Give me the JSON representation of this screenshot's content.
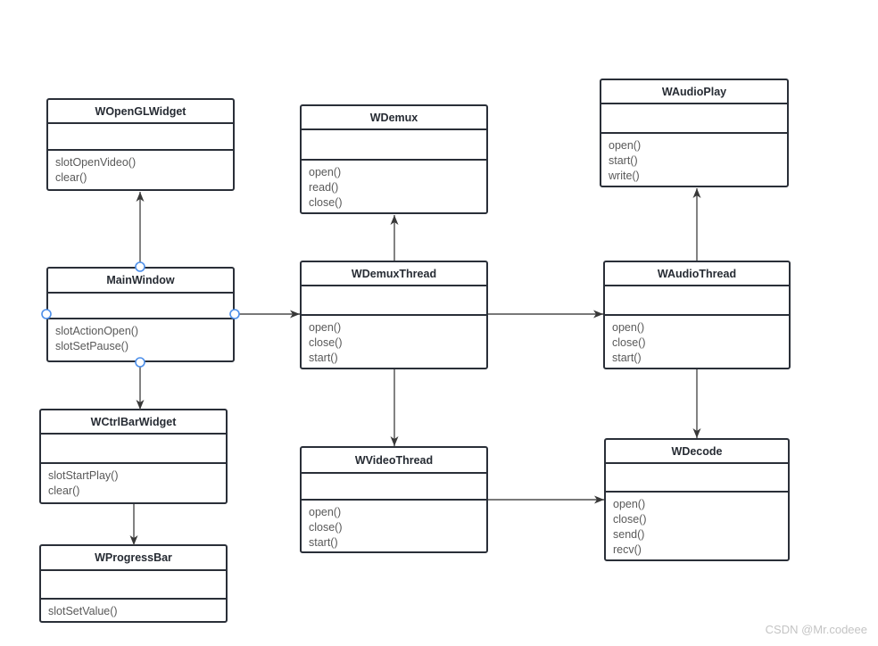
{
  "diagram": {
    "classes": [
      {
        "name": "WOpenGLWidget",
        "methods": [
          "slotOpenVideo()",
          "clear()"
        ]
      },
      {
        "name": "WDemux",
        "methods": [
          "open()",
          "read()",
          "close()"
        ]
      },
      {
        "name": "WAudioPlay",
        "methods": [
          "open()",
          "start()",
          "write()"
        ]
      },
      {
        "name": "MainWindow",
        "methods": [
          "slotActionOpen()",
          "slotSetPause()"
        ]
      },
      {
        "name": "WDemuxThread",
        "methods": [
          "open()",
          "close()",
          "start()"
        ]
      },
      {
        "name": "WAudioThread",
        "methods": [
          "open()",
          "close()",
          "start()"
        ]
      },
      {
        "name": "WCtrlBarWidget",
        "methods": [
          "slotStartPlay()",
          "clear()"
        ]
      },
      {
        "name": "WVideoThread",
        "methods": [
          "open()",
          "close()",
          "start()"
        ]
      },
      {
        "name": "WDecode",
        "methods": [
          "open()",
          "close()",
          "send()",
          "recv()"
        ]
      },
      {
        "name": "WProgressBar",
        "methods": [
          "slotSetValue()"
        ]
      }
    ],
    "relations": [
      {
        "from": "MainWindow",
        "to": "WOpenGLWidget"
      },
      {
        "from": "MainWindow",
        "to": "WDemuxThread"
      },
      {
        "from": "MainWindow",
        "to": "WCtrlBarWidget"
      },
      {
        "from": "WCtrlBarWidget",
        "to": "WProgressBar"
      },
      {
        "from": "WDemuxThread",
        "to": "WDemux"
      },
      {
        "from": "WDemuxThread",
        "to": "WAudioThread"
      },
      {
        "from": "WDemuxThread",
        "to": "WVideoThread"
      },
      {
        "from": "WAudioThread",
        "to": "WAudioPlay"
      },
      {
        "from": "WAudioThread",
        "to": "WDecode"
      },
      {
        "from": "WVideoThread",
        "to": "WDecode"
      }
    ],
    "colors": {
      "box_border": "#2a2f38",
      "title_text": "#262b33",
      "method_text": "#595959",
      "connector": "#4d4d4d",
      "arrowhead": "#383838",
      "connection_point": "#4d8fea",
      "watermark_text": "#c4c4c4"
    },
    "watermark": "CSDN @Mr.codeee"
  }
}
